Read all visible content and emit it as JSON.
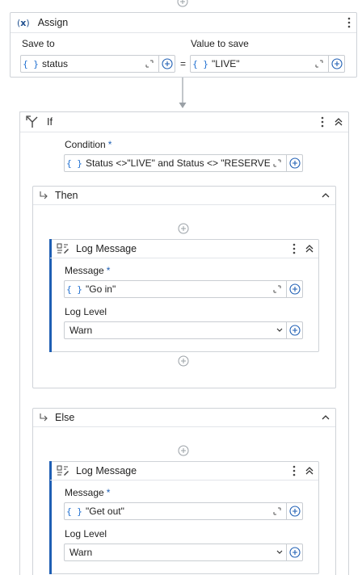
{
  "assign": {
    "title": "Assign",
    "save_to_label": "Save to",
    "save_to_value": "status",
    "value_to_save_label": "Value to save",
    "value_to_save": "\"LIVE\"",
    "equals": "="
  },
  "if_block": {
    "title": "If",
    "condition_label": "Condition",
    "required_mark": "*",
    "condition_value": "Status <>\"LIVE\" and Status <> \"RESERVED"
  },
  "then_block": {
    "title": "Then",
    "log": {
      "title": "Log Message",
      "message_label": "Message",
      "message_value": "\"Go in\"",
      "level_label": "Log Level",
      "level_value": "Warn"
    }
  },
  "else_block": {
    "title": "Else",
    "log": {
      "title": "Log Message",
      "message_label": "Message",
      "message_value": "\"Get out\"",
      "level_label": "Log Level",
      "level_value": "Warn"
    }
  },
  "expression_marker": "{ }",
  "colors": {
    "accent": "#1f5fb4",
    "border": "#cfd3d8",
    "icon": "#5a5f66"
  }
}
